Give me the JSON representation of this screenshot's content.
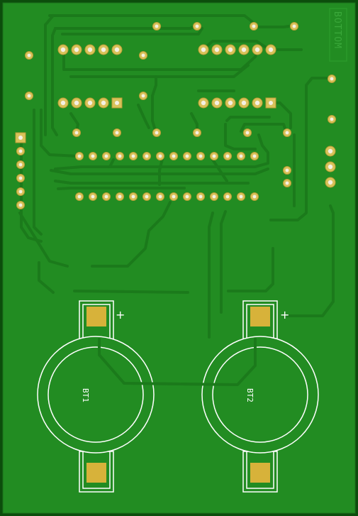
{
  "colors": {
    "board_edge": "#0c4d0c",
    "copper_pour": "#228c22",
    "trace": "#1b7a1b",
    "trace_edge": "#136113",
    "pad_copper": "#d9c25a",
    "pad_hole": "#f4f1e3",
    "silkscreen": "#ffffff",
    "gold_pad": "#d7b23a"
  },
  "labels": {
    "layer": "BOTTOM",
    "battery_1": "BT1",
    "battery_2": "BT2",
    "plus_1": "+",
    "plus_2": "+"
  }
}
